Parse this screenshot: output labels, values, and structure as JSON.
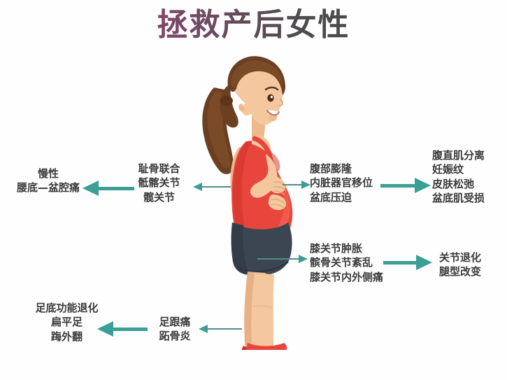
{
  "poster": {
    "title": "拯救产后女性",
    "background_color": "#fefefe",
    "accent_color": "#3a9f95",
    "title_gradient_from": "#8d2f6e",
    "title_gradient_to": "#414141",
    "text_color": "#3b3b3b"
  },
  "illustration": {
    "subject": "pregnant-woman-side-profile",
    "hair_color": "#6b3f21",
    "skin_color": "#f2c49b",
    "top_color": "#e8453c",
    "shorts_color": "#3b4652",
    "shoe_color": "#e8453c"
  },
  "labels": {
    "chronic_pain": {
      "line1": "慢性",
      "line2": "腰底—盆腔痛"
    },
    "pelvic_joints": {
      "line1": "耻骨联合",
      "line2": "骶髂关节",
      "line3": "髋关节"
    },
    "abdomen": {
      "line1": "腹部膨隆",
      "line2": "内脏器官移位",
      "line3": "盆底压迫"
    },
    "abdomen_result": {
      "line1": "腹直肌分离",
      "line2": "妊娠纹",
      "line3": "皮肤松弛",
      "line4": "盆底肌受损"
    },
    "knee": {
      "line1": "膝关节肿胀",
      "line2": "髌骨关节紊乱",
      "line3": "膝关节内外侧痛"
    },
    "knee_result": {
      "line1": "关节退化",
      "line2": "腿型改变"
    },
    "foot": {
      "line1": "足跟痛",
      "line2": "跖骨炎"
    },
    "foot_result": {
      "line1": "足底功能退化",
      "line2": "扁平足",
      "line3": "踇外翻"
    }
  }
}
